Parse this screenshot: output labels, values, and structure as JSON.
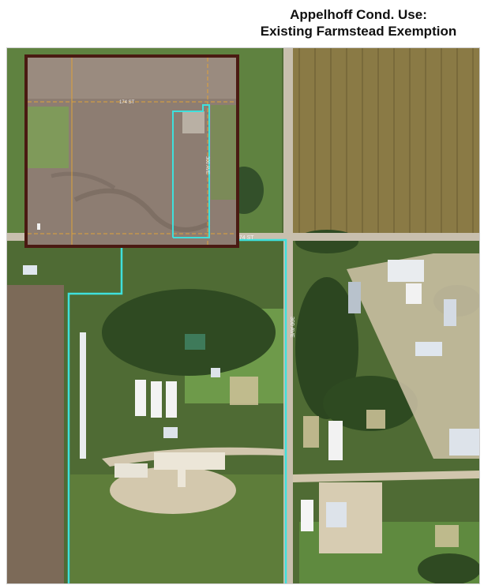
{
  "title": {
    "line1": "Appelhoff Cond. Use:",
    "line2": "Existing Farmstead Exemption"
  },
  "main_map": {
    "road_label_horizontal": "174 ST",
    "road_label_vertical": "300 AVE"
  },
  "inset_map": {
    "road_label_horizontal": "174 ST",
    "road_label_vertical": "300 AVE"
  },
  "colors": {
    "parcel_boundary": "#3fe0dc",
    "inset_border": "#4a1a12",
    "inset_grid": "#e0a23a"
  }
}
